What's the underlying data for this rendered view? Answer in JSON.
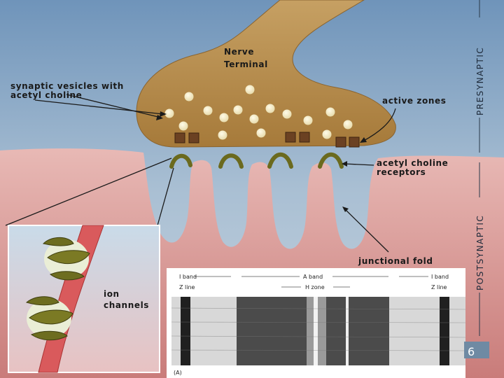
{
  "labels": {
    "nerve_terminal": [
      "Nerve",
      "Terminal"
    ],
    "synaptic_vesicles": [
      "synaptic vesicles with",
      "acetyl choline"
    ],
    "active_zones": "active zones",
    "ach_receptors": [
      "acetyl choline",
      "receptors"
    ],
    "junctional_fold": "junctional fold",
    "ion_channels": [
      "ion",
      "channels"
    ],
    "presynaptic": "PRESYNAPTIC",
    "postsynaptic": "POSTSYNAPTIC"
  },
  "micrograph": {
    "i_band_left": "I band",
    "a_band": "A band",
    "i_band_right": "I band",
    "z_line_left": "Z line",
    "h_zone": "H zone",
    "z_line_right": "Z line",
    "panel_label": "(A)"
  },
  "page_number": "6"
}
